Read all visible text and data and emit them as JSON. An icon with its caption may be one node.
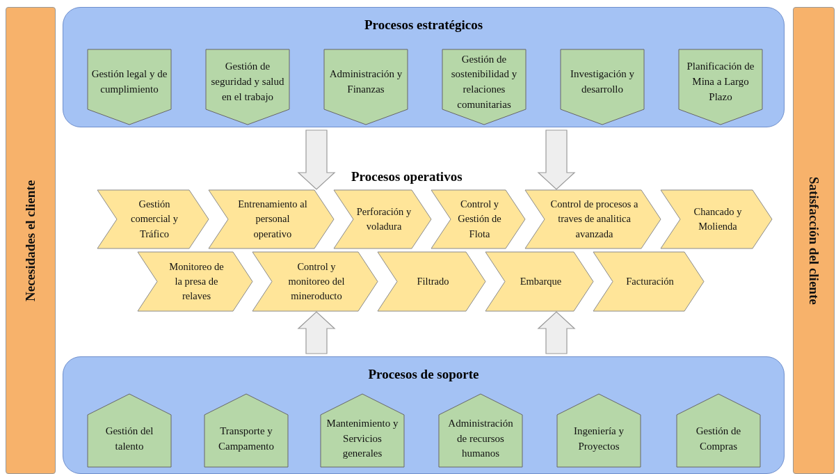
{
  "diagram": {
    "nodes": [
      {
        "text": [
          "Necesidades el cliente"
        ]
      },
      {
        "text": [
          "Satisfacción del cliente"
        ]
      },
      {
        "text": [
          "Procesos estratégicos"
        ]
      },
      {
        "text": [
          "Gestión legal y de cumplimiento"
        ],
        "in": 2
      },
      {
        "text": [
          "Gestión de seguridad y salud en el trabajo"
        ],
        "in": 2
      },
      {
        "text": [
          "Administración y Finanzas"
        ],
        "in": 2
      },
      {
        "text": [
          "Gestión de sostenibilidad y relaciones comunitarias"
        ],
        "in": 2
      },
      {
        "text": [
          "Investigación y desarrollo"
        ],
        "in": 2
      },
      {
        "text": [
          "Planificación de Mina a Largo Plazo"
        ],
        "in": 2
      },
      {
        "text": [
          "Gestión comercial y Tráfico"
        ]
      },
      {
        "text": [
          "Entrenamiento al personal operativo"
        ]
      },
      {
        "text": [
          "Perforación y voladura"
        ]
      },
      {
        "text": [
          "Control y Gestión de Flota"
        ]
      },
      {
        "text": [
          "Control de procesos a traves de analitica avanzada"
        ]
      },
      {
        "text": [
          "Chancado y Molienda"
        ]
      },
      {
        "text": [
          "Monitoreo de la presa de relaves"
        ]
      },
      {
        "text": [
          "Control y monitoreo del mineroducto"
        ]
      },
      {
        "text": [
          "Filtrado"
        ]
      },
      {
        "text": [
          "Embarque"
        ]
      },
      {
        "text": [
          "Facturación"
        ]
      },
      {
        "text": [
          "Procesos de soporte"
        ]
      },
      {
        "text": [
          "Gestión del talento"
        ],
        "in": 20
      },
      {
        "text": [
          "Transporte y Campamento"
        ],
        "in": 20
      },
      {
        "text": [
          "Mantenimiento y Servicios generales"
        ],
        "in": 20
      },
      {
        "text": [
          "Administración de recursos humanos"
        ],
        "in": 20
      },
      {
        "text": [
          "Ingeniería y Proyectos"
        ],
        "in": 20
      },
      {
        "text": [
          "Gestión de Compras"
        ],
        "in": 20
      }
    ],
    "edges": [
      {
        "from": 2,
        "to": 10,
        "arrow": "to"
      },
      {
        "from": 2,
        "to": 13,
        "arrow": "to"
      },
      {
        "from": 20,
        "to": 16,
        "arrow": "to"
      },
      {
        "from": 20,
        "to": 18,
        "arrow": "to"
      }
    ],
    "labels": [
      "Procesos operativos"
    ]
  }
}
